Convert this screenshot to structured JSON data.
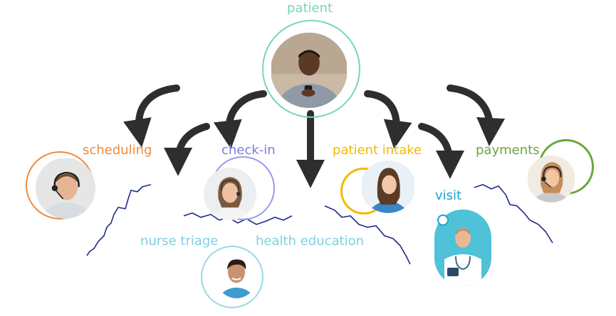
{
  "labels": {
    "patient": "patient",
    "scheduling": "scheduling",
    "check_in": "check-in",
    "patient_intake": "patient intake",
    "payments": "payments",
    "visit": "visit",
    "nurse_triage": "nurse triage",
    "health_education": "health education"
  },
  "colors": {
    "patient": "#76d6b8",
    "scheduling": "#f08a3c",
    "check_in": "#7b7be0",
    "patient_intake": "#f5b800",
    "payments": "#6aa63c",
    "visit": "#1aa3d9",
    "nurse_triage": "#7fd0e0",
    "health_education": "#7fd0e0",
    "arrow": "#2e2e2e",
    "squiggle": "#1e2a8c"
  }
}
